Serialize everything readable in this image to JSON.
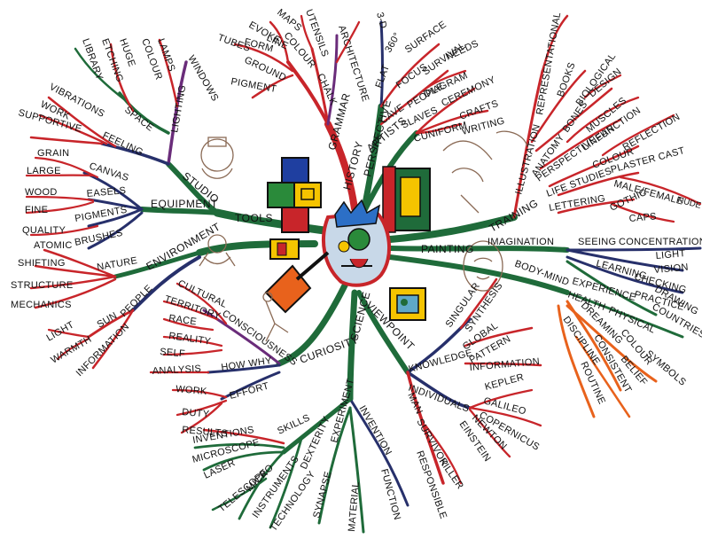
{
  "colors": {
    "red": "#c8252a",
    "green": "#1f6b3a",
    "navy": "#27306b",
    "orange": "#e8621c",
    "purple": "#6a2c7a",
    "brown": "#7a4a2a",
    "lightgreen": "#3e9a4a",
    "pink": "#d8395a"
  },
  "center": {
    "label": "PAINTING"
  },
  "main": {
    "studio": "STUDIO",
    "tools": "TOOLS",
    "history": "HISTORY",
    "artists": "ARTISTS",
    "grammar": "GRAMMAR",
    "perspective": "PERSPECTIVE",
    "training": "TRAINING",
    "science": "SCIENCE",
    "curiosity": "CURIOSITY",
    "viewpoint": "VIEWPOINT",
    "environment": "ENVIRONMENT",
    "equipment": "EQUIPMENT"
  },
  "studio": {
    "lighting": "LIGHTING",
    "windows": "WINDOWS",
    "lamps": "LAMPS",
    "colour": "COLOUR",
    "space": "SPACE",
    "huge": "HUGE",
    "etching": "ETCHING",
    "library": "LIBRARY",
    "feeling": "FEELING",
    "vibrations": "VIBRATIONS",
    "work": "WORK",
    "supportive": "SUPPORTIVE"
  },
  "equipment": {
    "canvas": "CANVAS",
    "grain": "GRAIN",
    "large": "LARGE",
    "easels": "EASELS",
    "wood": "WOOD",
    "fine": "FINE",
    "pigments": "PIGMENTS",
    "quality": "QUALITY",
    "brushes": "BRUSHES"
  },
  "environment": {
    "nature": "NATURE",
    "atomic": "ATOMIC",
    "shifting": "SHIFTING",
    "structure": "STRUCTURE",
    "mechanics": "MECHANICS",
    "people": "PEOPLE",
    "sun": "SUN",
    "light": "LIGHT",
    "warmth": "WARMTH",
    "information": "INFORMATION"
  },
  "history": {
    "form": "FORM",
    "tubes": "TUBES",
    "line": "LINE",
    "ground": "GROUND",
    "pigment": "PIGMENT",
    "evoke": "EVOKE",
    "colour": "COLOUR",
    "maps": "MAPS",
    "utensils": "UTENSILS",
    "chalk": "CHALK",
    "architecture": "ARCHITECTURE"
  },
  "perspective": {
    "three_d": "3-D",
    "flat": "FLAT",
    "deg360": "360°",
    "surface": "SURFACE",
    "focus": "FOCUS",
    "survival": "SURVIVAL",
    "needs": "NEEDS",
    "diagram": "DIAGRAM",
    "ceremony": "CEREMONY",
    "cave": "CAVE",
    "people": "PEOPLE",
    "slaves": "SLAVES",
    "crafts": "CRAFTS",
    "cuniform": "CUNIFORM",
    "writing": "WRITING"
  },
  "training": {
    "illustration": "ILLUSTRATION",
    "representational": "REPRESENTATIONAL",
    "anatomy": "ANATOMY",
    "books": "BOOKS",
    "bones": "BONES",
    "biological": "BIOLOGICAL",
    "design": "DESIGN",
    "muscles": "MUSCLES",
    "perspective": "PERSPECTIVE",
    "linear": "LINEAR",
    "function": "FUNCTION",
    "colour": "COLOUR",
    "reflection": "REFLECTION",
    "life_studies": "LIFE STUDIES",
    "plaster_cast": "PLASTER CAST",
    "male_female": "MALE/FEMALE",
    "nude": "NUDE",
    "lettering": "LETTERING",
    "gothic": "GOTHIC",
    "caps": "CAPS"
  },
  "imagination": {
    "imagination": "IMAGINATION",
    "seeing": "SEEING",
    "concentration": "CONCENTRATION",
    "light": "LIGHT",
    "vision": "VISION",
    "learning": "LEARNING",
    "checking": "CHECKING",
    "experience": "EXPERIENCE",
    "practice": "PRACTICE",
    "drawing": "DRAWING",
    "body_mind": "BODY-MIND",
    "health": "HEALTH",
    "physical": "PHYSICAL",
    "countries": "COUNTRIES",
    "dreaming": "DREAMING",
    "colour": "COLOUR",
    "symbols": "SYMBOLS",
    "discipline": "DISCIPLINE",
    "consistent": "CONSISTENT",
    "belief": "BELIEF",
    "routine": "ROUTINE"
  },
  "viewpoint": {
    "knowledge": "KNOWLEDGE",
    "singular": "SINGULAR",
    "synthesis": "SYNTHESIS",
    "global": "GLOBAL",
    "pattern": "PATTERN",
    "information": "INFORMATION",
    "individuals": "INDIVIDUALS",
    "kepler": "KEPLER",
    "galileo": "GALILEO",
    "copernicus": "COPERNICUS",
    "newton": "NEWTON",
    "einstein": "EINSTEIN",
    "man": "MAN",
    "survivor": "SURVIVOR",
    "killer": "KILLER",
    "responsible": "RESPONSIBLE"
  },
  "science": {
    "experiment": "EXPERIMENT",
    "invention": "INVENTION",
    "function": "FUNCTION",
    "material": "MATERIAL",
    "synapse": "SYNAPSE",
    "dexterity": "DEXTERITY",
    "skills": "SKILLS",
    "instruments": "INSTRUMENTS",
    "technology": "TECHNOLOGY",
    "micro": "MICRO",
    "telescope": "TELESCOPE",
    "laser": "LASER",
    "microscope": "MICROSCOPE",
    "inventions": "INVENTIONS",
    "results": "RESULTS"
  },
  "curiosity": {
    "consciousness": "CONSCIOUSNESS",
    "cultural": "CULTURAL",
    "territory": "TERRITORY",
    "race": "RACE",
    "reality": "REALITY",
    "self": "SELF",
    "how_why": "HOW WHY",
    "analysis": "ANALYSIS",
    "effort": "EFFORT",
    "work": "WORK",
    "duty": "DUTY"
  }
}
